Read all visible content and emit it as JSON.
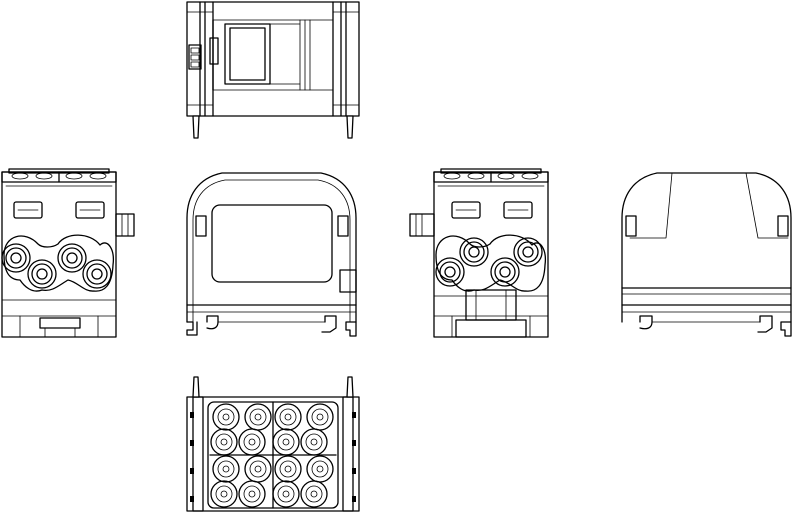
{
  "drawing": {
    "views": [
      {
        "id": "top"
      },
      {
        "id": "left"
      },
      {
        "id": "front"
      },
      {
        "id": "rear"
      },
      {
        "id": "right"
      },
      {
        "id": "bottom"
      }
    ],
    "colors": {
      "line": "#000000",
      "background": "#ffffff"
    }
  }
}
